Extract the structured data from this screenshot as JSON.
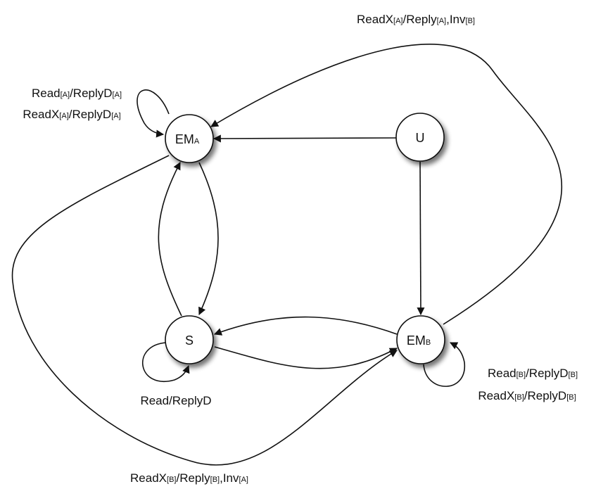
{
  "states": {
    "ema": {
      "main": "EM",
      "sub": "A"
    },
    "u": {
      "main": "U",
      "sub": ""
    },
    "s": {
      "main": "S",
      "sub": ""
    },
    "emb": {
      "main": "EM",
      "sub": "B"
    }
  },
  "labels": {
    "top": [
      {
        "t": "ReadX",
        "s": false
      },
      {
        "t": "[A]",
        "s": true
      },
      {
        "t": "/Reply",
        "s": false
      },
      {
        "t": "[A]",
        "s": true
      },
      {
        "t": ",Inv",
        "s": false
      },
      {
        "t": "[B]",
        "s": true
      }
    ],
    "ema_self_1": [
      {
        "t": "Read",
        "s": false
      },
      {
        "t": "[A]",
        "s": true
      },
      {
        "t": "/ReplyD",
        "s": false
      },
      {
        "t": "[A]",
        "s": true
      }
    ],
    "ema_self_2": [
      {
        "t": "ReadX",
        "s": false
      },
      {
        "t": "[A]",
        "s": true
      },
      {
        "t": "/ReplyD",
        "s": false
      },
      {
        "t": "[A]",
        "s": true
      }
    ],
    "s_self": [
      {
        "t": "Read/ReplyD",
        "s": false
      }
    ],
    "emb_self_1": [
      {
        "t": "Read",
        "s": false
      },
      {
        "t": "[B]",
        "s": true
      },
      {
        "t": "/ReplyD",
        "s": false
      },
      {
        "t": "[B]",
        "s": true
      }
    ],
    "emb_self_2": [
      {
        "t": "ReadX",
        "s": false
      },
      {
        "t": "[B]",
        "s": true
      },
      {
        "t": "/ReplyD",
        "s": false
      },
      {
        "t": "[B]",
        "s": true
      }
    ],
    "bottom": [
      {
        "t": "ReadX",
        "s": false
      },
      {
        "t": "[B]",
        "s": true
      },
      {
        "t": "/Reply",
        "s": false
      },
      {
        "t": "[B]",
        "s": true
      },
      {
        "t": ",Inv",
        "s": false
      },
      {
        "t": "[A]",
        "s": true
      }
    ]
  }
}
